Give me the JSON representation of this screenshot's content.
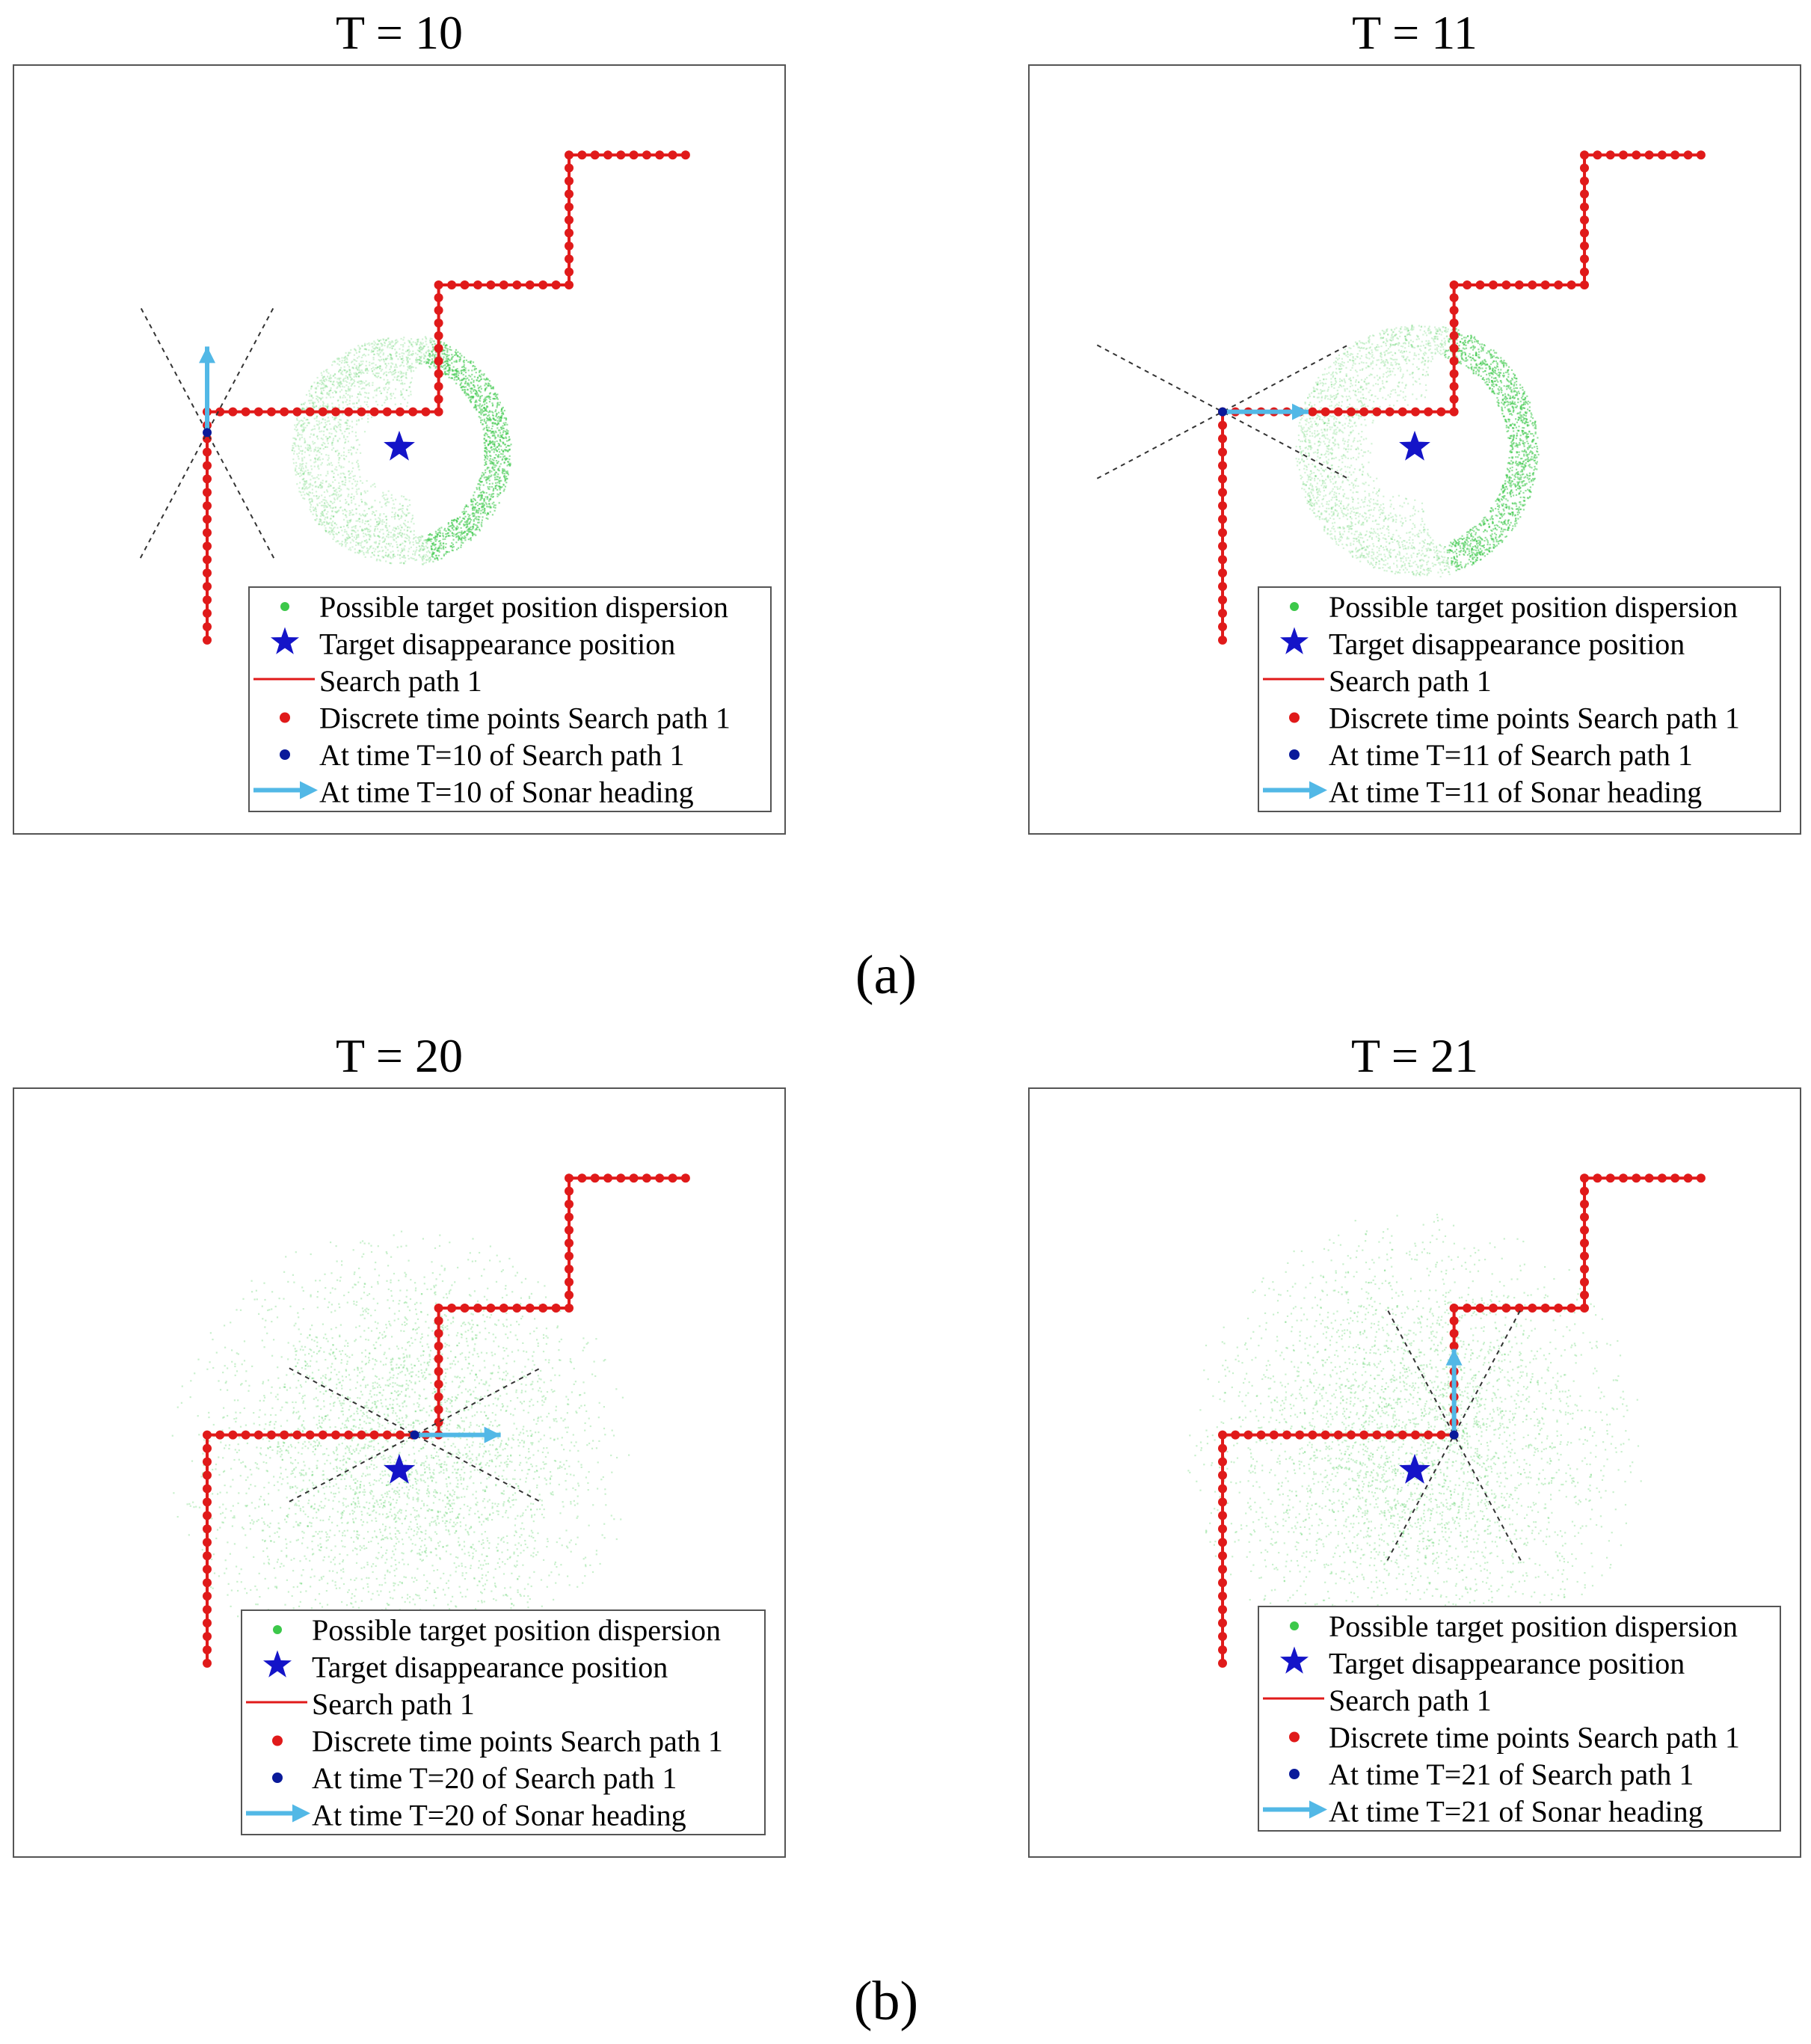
{
  "panels_caption": [
    "(a)",
    "(b)"
  ],
  "legend_colors": {
    "dispersion": "#3cc84a",
    "target": "#1414c8",
    "path": "#e01a1a",
    "discrete": "#e01a1a",
    "current": "#0a1a9a",
    "sonar": "#52b8e6",
    "sector": "#333333"
  },
  "chart_data": [
    {
      "type": "scatter",
      "title": "T = 10",
      "xlim": [
        0,
        1
      ],
      "ylim": [
        0,
        1
      ],
      "grid": false,
      "legend_position": "bottom-right",
      "legend": [
        "Possible target position dispersion",
        "Target disappearance position",
        "Search path 1",
        "Discrete time points Search path 1",
        "At time T=10 of Search path 1",
        "At time T=10 of Sonar heading"
      ],
      "target": [
        0.5,
        0.503
      ],
      "path": [
        [
          0.251,
          0.252
        ],
        [
          0.251,
          0.549
        ],
        [
          0.551,
          0.549
        ],
        [
          0.551,
          0.714
        ],
        [
          0.72,
          0.714
        ],
        [
          0.72,
          0.883
        ],
        [
          0.871,
          0.883
        ]
      ],
      "current": [
        0.251,
        0.522
      ],
      "heading": "up",
      "dispersion": {
        "center": [
          0.5,
          0.5
        ],
        "radius": 0.14,
        "concentration": "crescent-right"
      }
    },
    {
      "type": "scatter",
      "title": "T = 11",
      "xlim": [
        0,
        1
      ],
      "ylim": [
        0,
        1
      ],
      "grid": false,
      "legend_position": "bottom-right",
      "legend": [
        "Possible target position dispersion",
        "Target disappearance position",
        "Search path 1",
        "Discrete time points Search path 1",
        "At time T=11 of Search path 1",
        "At time T=11 of Sonar heading"
      ],
      "target": [
        0.5,
        0.503
      ],
      "path": [
        [
          0.251,
          0.252
        ],
        [
          0.251,
          0.549
        ],
        [
          0.551,
          0.549
        ],
        [
          0.551,
          0.714
        ],
        [
          0.72,
          0.714
        ],
        [
          0.72,
          0.883
        ],
        [
          0.871,
          0.883
        ]
      ],
      "current": [
        0.251,
        0.549
      ],
      "heading": "right",
      "dispersion": {
        "center": [
          0.5,
          0.5
        ],
        "radius": 0.155,
        "concentration": "crescent-right"
      }
    },
    {
      "type": "scatter",
      "title": "T = 20",
      "xlim": [
        0,
        1
      ],
      "ylim": [
        0,
        1
      ],
      "grid": false,
      "legend_position": "bottom-right",
      "legend": [
        "Possible target position dispersion",
        "Target disappearance position",
        "Search path 1",
        "Discrete time points Search path 1",
        "At time T=20 of Search path 1",
        "At time T=20 of Sonar heading"
      ],
      "target": [
        0.5,
        0.503
      ],
      "path": [
        [
          0.251,
          0.252
        ],
        [
          0.251,
          0.549
        ],
        [
          0.551,
          0.549
        ],
        [
          0.551,
          0.714
        ],
        [
          0.72,
          0.714
        ],
        [
          0.72,
          0.883
        ],
        [
          0.871,
          0.883
        ]
      ],
      "current": [
        0.52,
        0.549
      ],
      "heading": "right",
      "dispersion": {
        "center": [
          0.5,
          0.52
        ],
        "radius": 0.3,
        "concentration": "diffuse"
      }
    },
    {
      "type": "scatter",
      "title": "T = 21",
      "xlim": [
        0,
        1
      ],
      "ylim": [
        0,
        1
      ],
      "grid": false,
      "legend_position": "bottom-right",
      "legend": [
        "Possible target position dispersion",
        "Target disappearance position",
        "Search path 1",
        "Discrete time points Search path 1",
        "At time T=21 of Search path 1",
        "At time T=21 of Sonar heading"
      ],
      "target": [
        0.5,
        0.503
      ],
      "path": [
        [
          0.251,
          0.252
        ],
        [
          0.251,
          0.549
        ],
        [
          0.551,
          0.549
        ],
        [
          0.551,
          0.714
        ],
        [
          0.72,
          0.714
        ],
        [
          0.72,
          0.883
        ],
        [
          0.871,
          0.883
        ]
      ],
      "current": [
        0.551,
        0.549
      ],
      "heading": "up",
      "dispersion": {
        "center": [
          0.5,
          0.54
        ],
        "radius": 0.3,
        "concentration": "diffuse"
      }
    }
  ]
}
